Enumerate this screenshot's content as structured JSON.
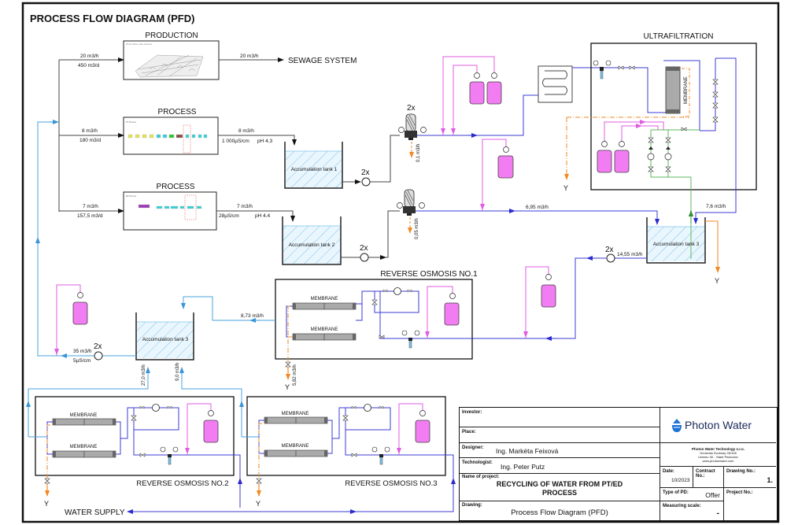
{
  "title": "PROCESS FLOW DIAGRAM (PFD)",
  "sections": {
    "production": "PRODUCTION",
    "process_pt": "PROCESS",
    "process_ed": "PROCESS",
    "ultrafiltration": "ULTRAFILTRATION",
    "ro1": "REVERSE OSMOSIS NO.1",
    "ro2": "REVERSE OSMOSIS NO.2",
    "ro3": "REVERSE OSMOSIS NO.3",
    "sewage": "SEWAGE SYSTEM",
    "water_supply": "WATER SUPPLY"
  },
  "thumbnails": {
    "production_caption": "Photon Water water treatment",
    "pt_caption": "PT Process",
    "ed_caption": "ED Process"
  },
  "tanks": {
    "tank1": "Accumulation tank 1",
    "tank2": "Accumulation tank 2",
    "tank3_uf": "Accumulation tank 3",
    "tank3_ro": "Accumulation tank 3"
  },
  "flows": {
    "prod_in_h": "20 m3/h",
    "prod_in_d": "450 m3/d",
    "prod_out_h": "20 m3/h",
    "pt_in_h": "8 m3/h",
    "pt_in_d": "180 m3/d",
    "pt_out_h": "8 m3/h",
    "pt_cond": "1 000µS/cm",
    "pt_ph": "pH 4.3",
    "ed_in_h": "7 m3/h",
    "ed_in_d": "157,5 m3/d",
    "ed_out_h": "7 m3/h",
    "ed_cond": "28µS/cm",
    "ed_ph": "pH 4.4",
    "filter1_waste": "0,1 m3/h",
    "filter2_waste": "0,05 m3/h",
    "uf_feed": "6,95 m3/h",
    "uf_out": "7,6 m3/h",
    "tank3_out": "14,55 m3/h",
    "ro1_permeate": "8,73 m3/h",
    "ro1_reject": "5,82 m3/h",
    "final_out": "35 m3/h",
    "final_cond": "5µS/cm",
    "ro2_return": "27,0 m3/h",
    "ro3_return": "9,0 m3/h"
  },
  "pump_labels": {
    "p1": "2x",
    "p2": "2x",
    "f1": "2x",
    "p3": "2x",
    "p4": "2x"
  },
  "components": {
    "membrane": "MEMBRANE",
    "drain": "Y"
  },
  "title_block": {
    "investor_label": "Investor:",
    "investor_value": "",
    "place_label": "Place:",
    "place_value": "",
    "designer_label": "Designer:",
    "designer_value": "Ing. Markéta Feixová",
    "technologist_label": "Technologist:",
    "technologist_value": "Ing. Peter Putz",
    "project_label": "Name of project:",
    "project_value": "RECYCLING OF WATER FROM PT/ED PROCESS",
    "drawing_label": "Drawing:",
    "drawing_value": "Process Flow Diagram (PFD)",
    "brand": "Photon Water",
    "company_name": "Photon Water Technology s.r.o.",
    "company_street": "Generála Svobody 26/108",
    "company_city": "Liberec XII - Staré Pavlovice",
    "company_web": "www.photonwater.com",
    "date_label": "Date:",
    "date_value": "10/2023",
    "contract_label": "Contract No.:",
    "contract_value": "",
    "drawing_no_label": "Drawing No.:",
    "drawing_no_value": "1.",
    "type_label": "Type of PD:",
    "type_value": "Offer",
    "project_no_label": "Project No.:",
    "project_no_value": "",
    "scale_label": "Measuring scale:",
    "scale_value": "-"
  },
  "colors": {
    "process_line": "#444444",
    "water_blue": "#4aa3df",
    "permeate_blue": "#3b3bd6",
    "chemical_magenta": "#e05ce0",
    "tank_fill_magenta": "#f27cf2",
    "drain_orange": "#f08a24",
    "uf_green": "#5cb85c",
    "brand_blue": "#1e73d6",
    "brand_navy": "#1c2a5a"
  }
}
